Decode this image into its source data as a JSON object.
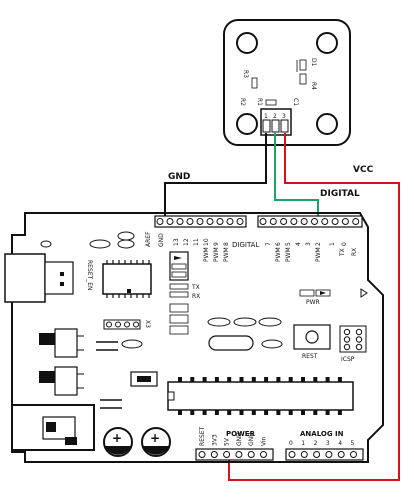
{
  "wires": {
    "gnd": "GND",
    "digital": "DIGITAL",
    "vcc": "VCC"
  },
  "sensor": {
    "parts": [
      "R3",
      "R2",
      "R1",
      "C1",
      "D1",
      "R4"
    ],
    "pins": [
      "1",
      "2",
      "3"
    ]
  },
  "board": {
    "aref": "AREF",
    "gnd": "GND",
    "digital_header": "DIGITAL",
    "reset_en": "RESET_EN",
    "tx": "TX",
    "rx": "RX",
    "tx_pin": "TX",
    "rx_pin": "RX",
    "x3": "X3",
    "pwr": "PWR",
    "rest": "REST",
    "icsp": "ICSP",
    "power": "POWER",
    "analog_in": "ANALOG IN",
    "power_pins": [
      "RESET",
      "3V3",
      "5V",
      "GND",
      "GND",
      "Vin"
    ],
    "analog_pins": [
      "0",
      "1",
      "2",
      "3",
      "4",
      "5"
    ],
    "digital_pins": [
      "13",
      "12",
      "11",
      "10",
      "9",
      "8",
      "7",
      "6",
      "5",
      "4",
      "3",
      "2",
      "1",
      "0"
    ],
    "pwm_labels": [
      "PWM",
      "PWM",
      "PWM",
      "PWM",
      "PWM",
      "PWM"
    ]
  },
  "colors": {
    "gnd_wire": "#111111",
    "digital_wire": "#1aa36a",
    "vcc_wire": "#d4121e",
    "outline": "#111111"
  }
}
